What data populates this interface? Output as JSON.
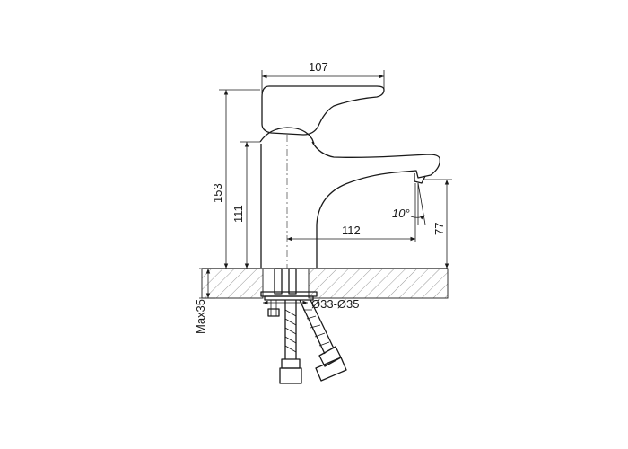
{
  "dimensions": {
    "total_height": "153",
    "spout_height": "111",
    "handle_width": "107",
    "spout_reach": "112",
    "outlet_height": "77",
    "outlet_angle": "10°",
    "hole_diameter": "Ø33-Ø35",
    "max_thickness": "Max35"
  },
  "colors": {
    "line": "#1a1a1a",
    "background": "#ffffff"
  }
}
